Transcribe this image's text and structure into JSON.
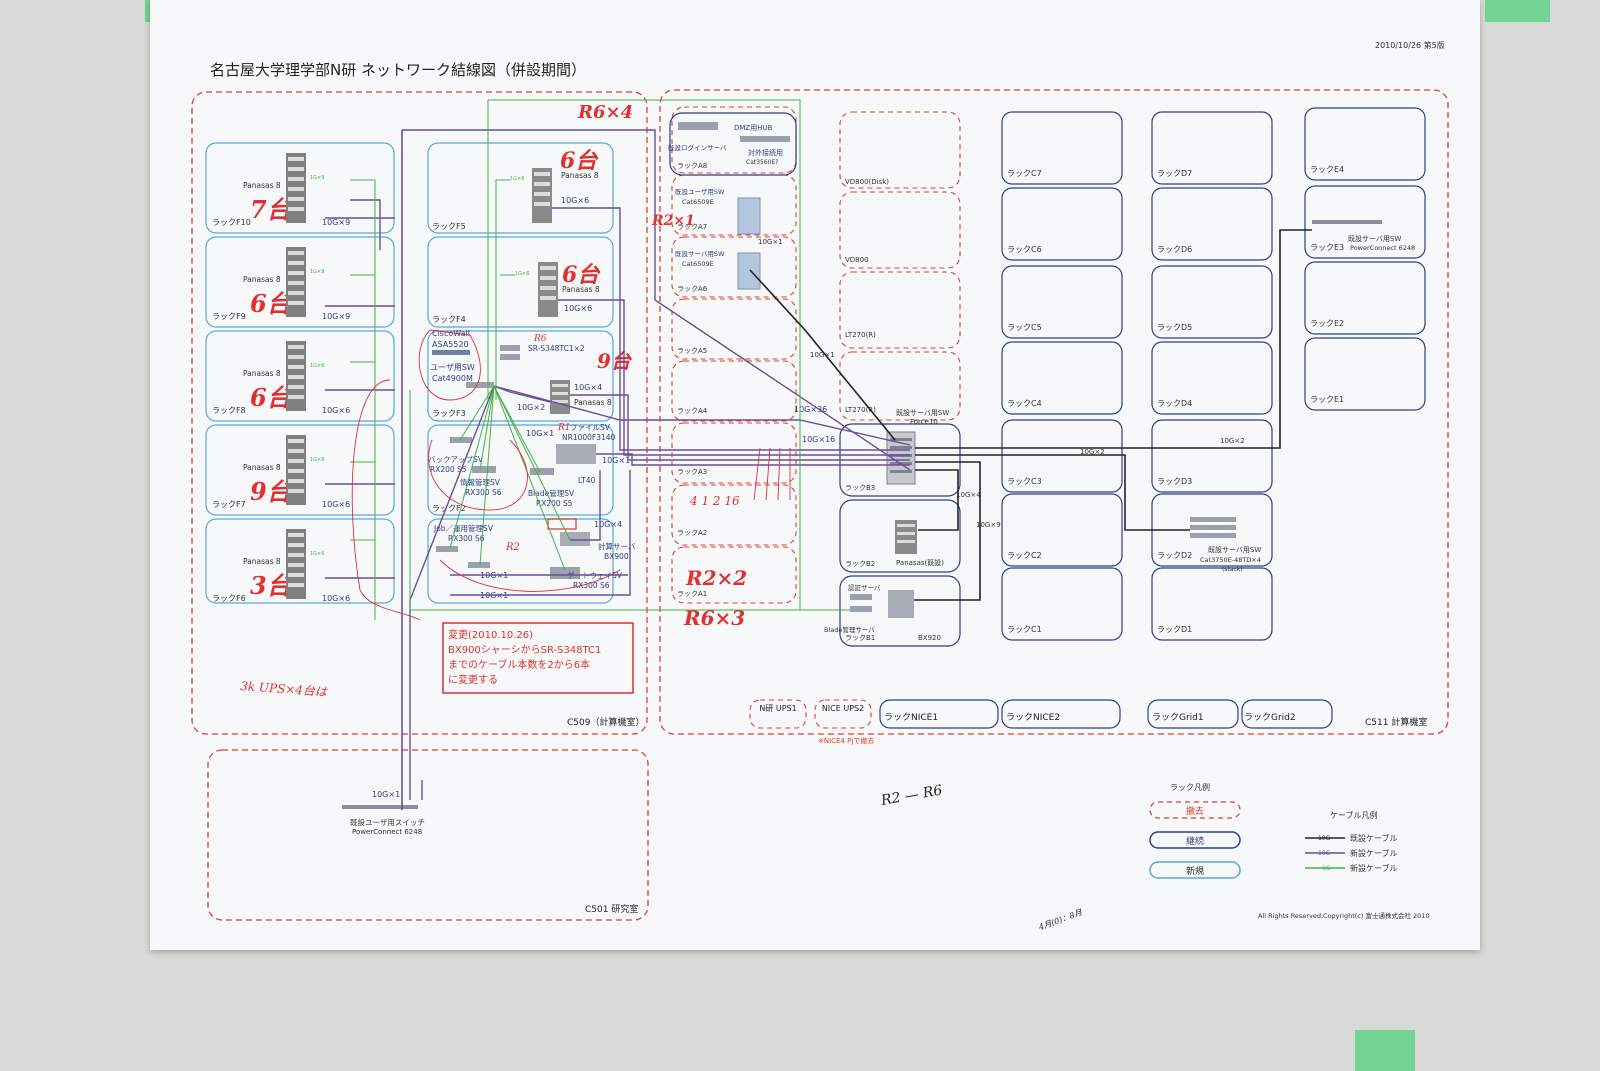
{
  "title": "名古屋大学理学部N研 ネットワーク結線図（併設期間）",
  "version": "2010/10/26 第5版",
  "copyright": "All Rights Reserved,Copyright(c) 富士通株式会社 2010",
  "rooms": {
    "c509": "C509（計算機室）",
    "c511": "C511 計算機室",
    "c501": "C501 研究室"
  },
  "colors": {
    "old_cable": "#222222",
    "new_10g": "#6a4f9a",
    "new_1g": "#47b047",
    "removed": "#e0402a",
    "continue": "#2e3f86",
    "new_rack": "#5aa8d8",
    "red_ink": "#e03030"
  },
  "racks_f": [
    {
      "label": "ラックF10",
      "panasas": "Panasas 8",
      "link": "10G×9",
      "small": "1G×9",
      "note": "7台"
    },
    {
      "label": "ラックF9",
      "panasas": "Panasas 8",
      "link": "10G×9",
      "small": "1G×9",
      "note": "6台"
    },
    {
      "label": "ラックF8",
      "panasas": "Panasas 8",
      "link": "10G×6",
      "small": "1G×6",
      "note": "6台"
    },
    {
      "label": "ラックF7",
      "panasas": "Panasas 8",
      "link": "10G×6",
      "small": "1G×6",
      "note": "9台"
    },
    {
      "label": "ラックF6",
      "panasas": "Panasas 8",
      "link": "10G×6",
      "small": "1G×6",
      "note": "3台"
    }
  ],
  "rack_f5": {
    "label": "ラックF5",
    "panasas": "Panasas 8",
    "link": "10G×6",
    "small": "1G×6",
    "note": "6台"
  },
  "rack_f4": {
    "label": "ラックF4",
    "panasas": "Panasas 8",
    "link": "10G×6",
    "small": "1G×6",
    "note": "6台"
  },
  "rack_f3": {
    "label": "ラックF3",
    "firewall": "CiscoWall",
    "firewall_model": "ASA5520",
    "user_sw": "ユーザ用SW",
    "user_sw_model": "Cat4900M",
    "sr_switch": "SR-S348TC1×2",
    "sr_tag": "R6",
    "panasas": "Panasas 8",
    "link1": "10G×4",
    "link2": "10G×2",
    "note": "9台"
  },
  "rack_f2": {
    "label": "ラックF2",
    "backup": "バックアップSV",
    "backup_model": "RX200 S5",
    "info": "情報管理SV",
    "info_model": "RX300 S6",
    "blade": "Blade管理SV",
    "blade_model": "RX200 S5",
    "file_sv": "ファイルSV",
    "file_model": "NR1000F3140",
    "lt40": "LT40",
    "file_tag": "R1",
    "link1": "10G×1",
    "link2": "10G×1"
  },
  "rack_f1": {
    "job": "Job／運用管理SV",
    "job_model": "RX300 S6",
    "compute": "計算サーバ",
    "compute_model": "BX900",
    "gateway": "ゲートウェイSV",
    "gateway_model": "RX300 S6",
    "tag": "R2",
    "link1": "10G×4",
    "link2": "10G×1",
    "link3": "10G×1"
  },
  "change_box": {
    "title": "変更(2010.10.26)",
    "line1": "BX900シャーシからSR-S348TC1",
    "line2": "までのケーブル本数を2から6本",
    "line3": "に変更する"
  },
  "rack_a": [
    {
      "label": "ラックA8",
      "item1": "DMZ用HUB",
      "item2": "既設ログインサーバ",
      "item3": "対外接続用",
      "item4": "Cat3560E?"
    },
    {
      "label": "ラックA7",
      "item1": "既設ユーザ用SW",
      "item2": "Cat6509E"
    },
    {
      "label": "ラックA6",
      "item1": "既設サーバ用SW",
      "item2": "Cat6509E",
      "link": "10G×1"
    },
    {
      "label": "ラックA5"
    },
    {
      "label": "ラックA4"
    },
    {
      "label": "ラックA3"
    },
    {
      "label": "ラックA2"
    },
    {
      "label": "ラックA1"
    }
  ],
  "rack_b_col": [
    {
      "label": "VD800(Disk)"
    },
    {
      "label": "VD800"
    },
    {
      "label": "LT270(R)"
    },
    {
      "label": "LT270(R)"
    }
  ],
  "rack_b": {
    "b3": "ラックB3",
    "b2": "ラックB2",
    "b1": "ラックB1",
    "force10": "既設サーバ用SW",
    "force10_model": "Force10",
    "panasas_old": "Panasas(既設)",
    "auth": "認証サーバ",
    "blade_mgr": "Blade管理サーバ",
    "bx920": "BX920",
    "link36": "10G×36",
    "link16": "10G×16",
    "link_a6": "10G×1",
    "link4": "10G×4",
    "link9": "10G×9"
  },
  "rack_c": [
    "ラックC7",
    "ラックC6",
    "ラックC5",
    "ラックC4",
    "ラックC3",
    "ラックC2",
    "ラックC1"
  ],
  "rack_d": [
    "ラックD7",
    "ラックD6",
    "ラックD5",
    "ラックD4",
    "ラックD3",
    "ラックD2",
    "ラックD1"
  ],
  "rack_e": [
    "ラックE4",
    "ラックE3",
    "ラックE2",
    "ラックE1"
  ],
  "rack_e3_sw": "既設サーバ用SW",
  "rack_e3_model": "PowerConnect 6248",
  "rack_d2_sw": "既設サーバ用SW",
  "rack_d2_model": "Cat3750E-48TD×4",
  "rack_d2_stack": "(stack)",
  "link_e3": "10G×2",
  "link_d2": "10G×2",
  "bottom_row": {
    "ups1": "N研 UPS1",
    "ups2": "NICE UPS2",
    "nice1": "ラックNICE1",
    "nice2": "ラックNICE2",
    "grid1": "ラックGrid1",
    "grid2": "ラックGrid2",
    "note": "※NICE4 Pjで撤去"
  },
  "c501_switch": {
    "name": "既設ユーザ用スイッチ",
    "model": "PowerConnect 6248",
    "link": "10G×1"
  },
  "legend": {
    "rack_title": "ラック凡例",
    "removed": "撤去",
    "continue": "継続",
    "new": "新規",
    "cable_title": "ケーブル凡例",
    "old": "既設ケーブル",
    "new10g": "新設ケーブル",
    "new1g": "新設ケーブル",
    "tag10g": "10G",
    "tag1g": "1G"
  },
  "handwriting": {
    "r6x4": "R6×4",
    "r2x2": "R2×2",
    "r6x3": "R6×3",
    "r2r6": "R2 — R6",
    "ups": "3k UPS×4台は",
    "r2x1": "R2×1",
    "date_note": "4月(0)：8月",
    "counts": "4 1 2 16",
    "r2_mid": "R2",
    "r1_mid": "R1"
  }
}
